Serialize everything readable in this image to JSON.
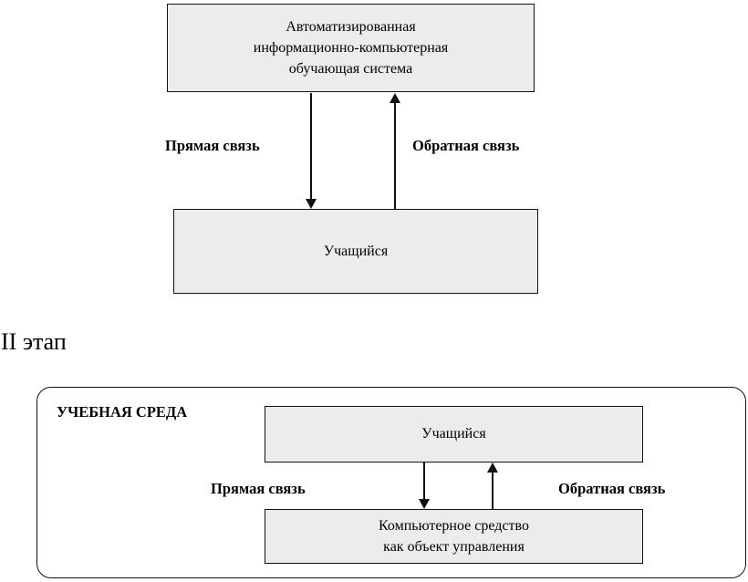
{
  "stage1": {
    "system_box_text": "Автоматизированная\nинформационно-компьютерная\nобучающая система",
    "forward_label": "Прямая связь",
    "feedback_label": "Обратная связь",
    "student_box_text": "Учащийся"
  },
  "stage2": {
    "heading": "II этап",
    "environment_label": "УЧЕБНАЯ СРЕДА",
    "student_box_text": "Учащийся",
    "forward_label": "Прямая связь",
    "feedback_label": "Обратная связь",
    "computer_box_text": "Компьютерное средство\nкак объект управления"
  },
  "colors": {
    "box_fill": "#ececec",
    "line": "#111111"
  }
}
